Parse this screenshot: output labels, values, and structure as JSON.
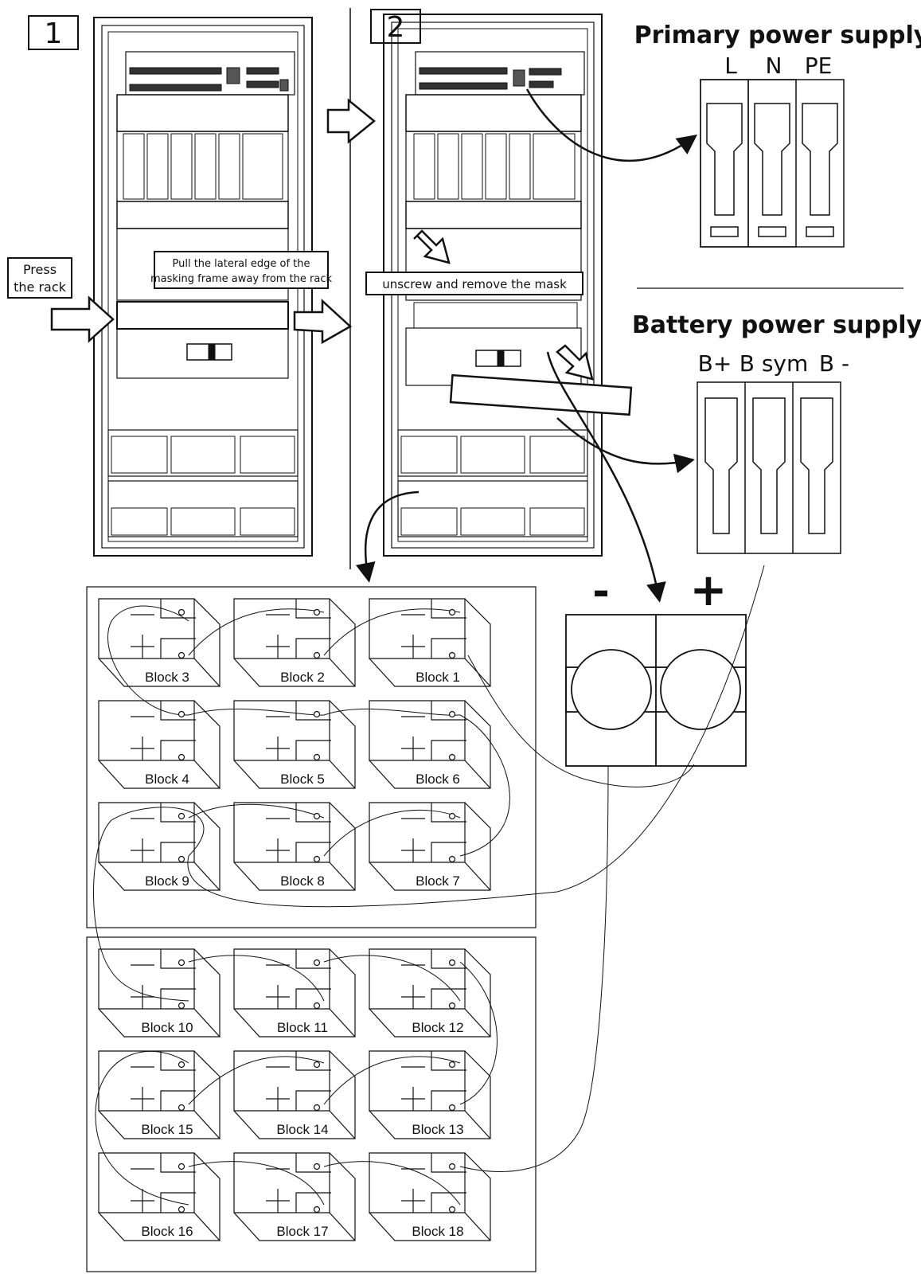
{
  "steps": {
    "step1": "1",
    "step2": "2"
  },
  "labels": {
    "press_rack": [
      "Press",
      "the rack"
    ],
    "pull_edge": [
      "Pull the lateral edge of the",
      "masking frame away from the rack"
    ],
    "unscrew": "unscrew and remove the mask"
  },
  "primary": {
    "title": "Primary power supply",
    "terminals": [
      "L",
      "N",
      "PE"
    ]
  },
  "battery": {
    "title": "Battery power supply",
    "terminals": [
      "B+",
      "B sym",
      "B -"
    ]
  },
  "polarity": {
    "minus": "-",
    "plus": "+"
  },
  "block_groups": [
    {
      "rows": [
        [
          "Block 3",
          "Block 2",
          "Block 1"
        ],
        [
          "Block 4",
          "Block 5",
          "Block 6"
        ],
        [
          "Block 9",
          "Block 8",
          "Block 7"
        ]
      ]
    },
    {
      "rows": [
        [
          "Block 10",
          "Block 11",
          "Block 12"
        ],
        [
          "Block 15",
          "Block 14",
          "Block 13"
        ],
        [
          "Block 16",
          "Block 17",
          "Block 18"
        ]
      ]
    }
  ]
}
